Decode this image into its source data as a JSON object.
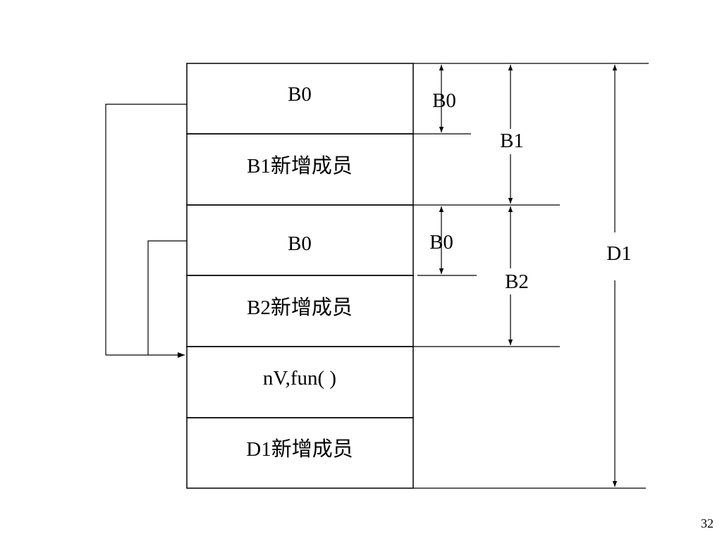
{
  "diagram": {
    "cells": [
      {
        "label": "B0"
      },
      {
        "label": "B1新增成员"
      },
      {
        "label": "B0"
      },
      {
        "label": "B2新增成员"
      },
      {
        "label": "nV,fun( )"
      },
      {
        "label": "D1新增成员"
      }
    ],
    "dimensions": {
      "b0_top": "B0",
      "b1": "B1",
      "b0_mid": "B0",
      "b2": "B2",
      "d1": "D1"
    }
  },
  "page_number": "32"
}
